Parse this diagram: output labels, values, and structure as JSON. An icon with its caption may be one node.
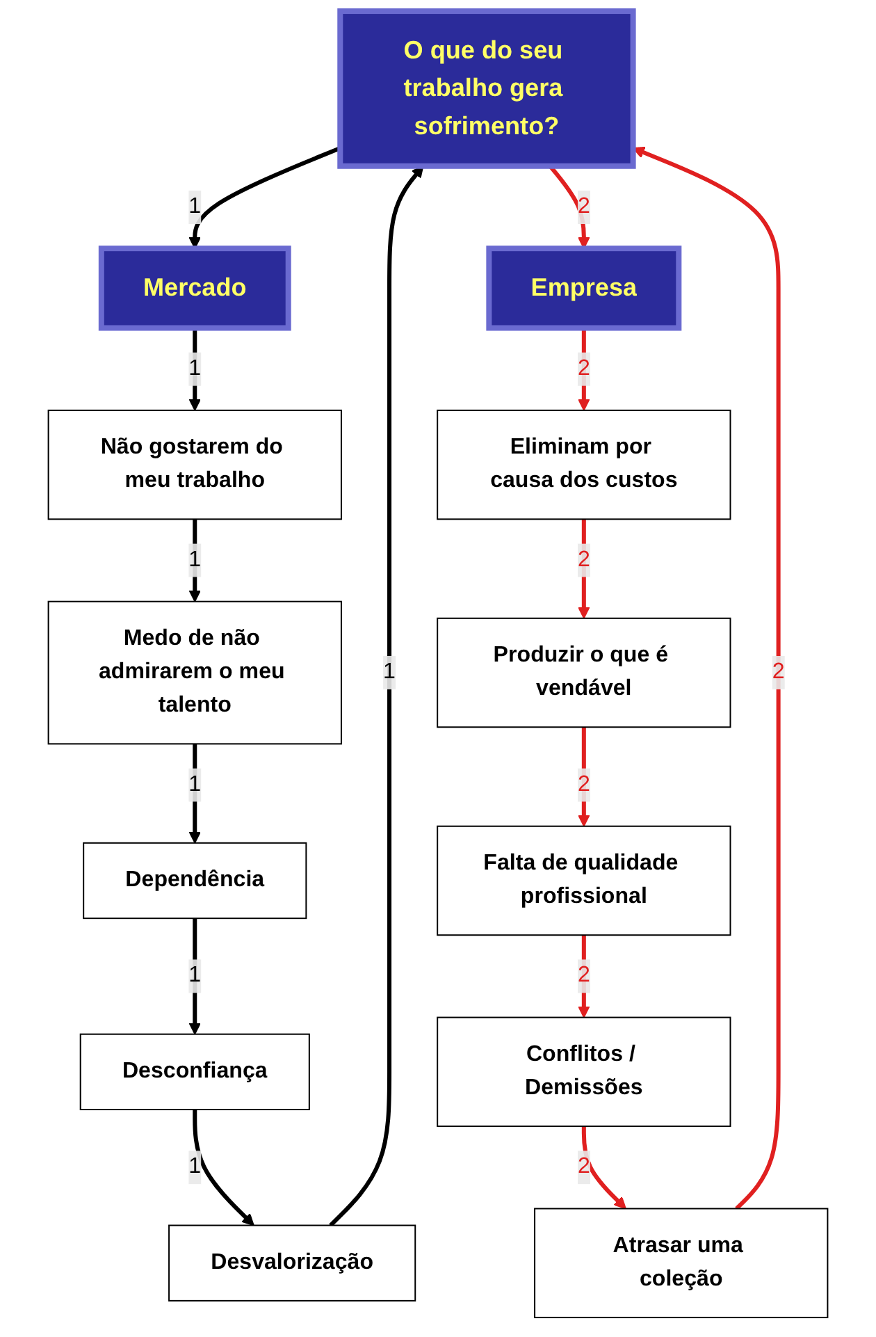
{
  "diagram": {
    "nodes": [
      {
        "text": [
          "O que do seu trabalho gera sofrimento?"
        ]
      },
      {
        "text": [
          "Mercado"
        ]
      },
      {
        "text": [
          "Não gostarem do meu trabalho"
        ]
      },
      {
        "text": [
          "Medo de não admirarem o meu talento"
        ]
      },
      {
        "text": [
          "Dependência"
        ]
      },
      {
        "text": [
          "Desconfiança"
        ]
      },
      {
        "text": [
          "Desvalorização"
        ]
      },
      {
        "text": [
          "Empresa"
        ]
      },
      {
        "text": [
          "Eliminam por causa dos custos"
        ]
      },
      {
        "text": [
          "Produzir o que é vendável"
        ]
      },
      {
        "text": [
          "Falta de qualidade profissional"
        ]
      },
      {
        "text": [
          "Conflitos / Demissões"
        ]
      },
      {
        "text": [
          "Atrasar uma coleção"
        ]
      }
    ],
    "edges": [
      {
        "from": 0,
        "to": 1,
        "arrow": "to",
        "label": "1"
      },
      {
        "from": 1,
        "to": 2,
        "arrow": "to",
        "label": "1"
      },
      {
        "from": 2,
        "to": 3,
        "arrow": "to",
        "label": "1"
      },
      {
        "from": 3,
        "to": 4,
        "arrow": "to",
        "label": "1"
      },
      {
        "from": 4,
        "to": 5,
        "arrow": "to",
        "label": "1"
      },
      {
        "from": 5,
        "to": 6,
        "arrow": "to",
        "label": "1"
      },
      {
        "from": 6,
        "to": 0,
        "arrow": "to",
        "label": "1"
      },
      {
        "from": 0,
        "to": 7,
        "arrow": "to",
        "label": "2",
        "color": "#e02020"
      },
      {
        "from": 7,
        "to": 8,
        "arrow": "to",
        "label": "2",
        "color": "#e02020"
      },
      {
        "from": 8,
        "to": 9,
        "arrow": "to",
        "label": "2",
        "color": "#e02020"
      },
      {
        "from": 9,
        "to": 10,
        "arrow": "to",
        "label": "2",
        "color": "#e02020"
      },
      {
        "from": 10,
        "to": 11,
        "arrow": "to",
        "label": "2",
        "color": "#e02020"
      },
      {
        "from": 11,
        "to": 12,
        "arrow": "to",
        "label": "2",
        "color": "#e02020"
      },
      {
        "from": 12,
        "to": 0,
        "arrow": "to",
        "label": "2",
        "color": "#e02020"
      }
    ]
  }
}
